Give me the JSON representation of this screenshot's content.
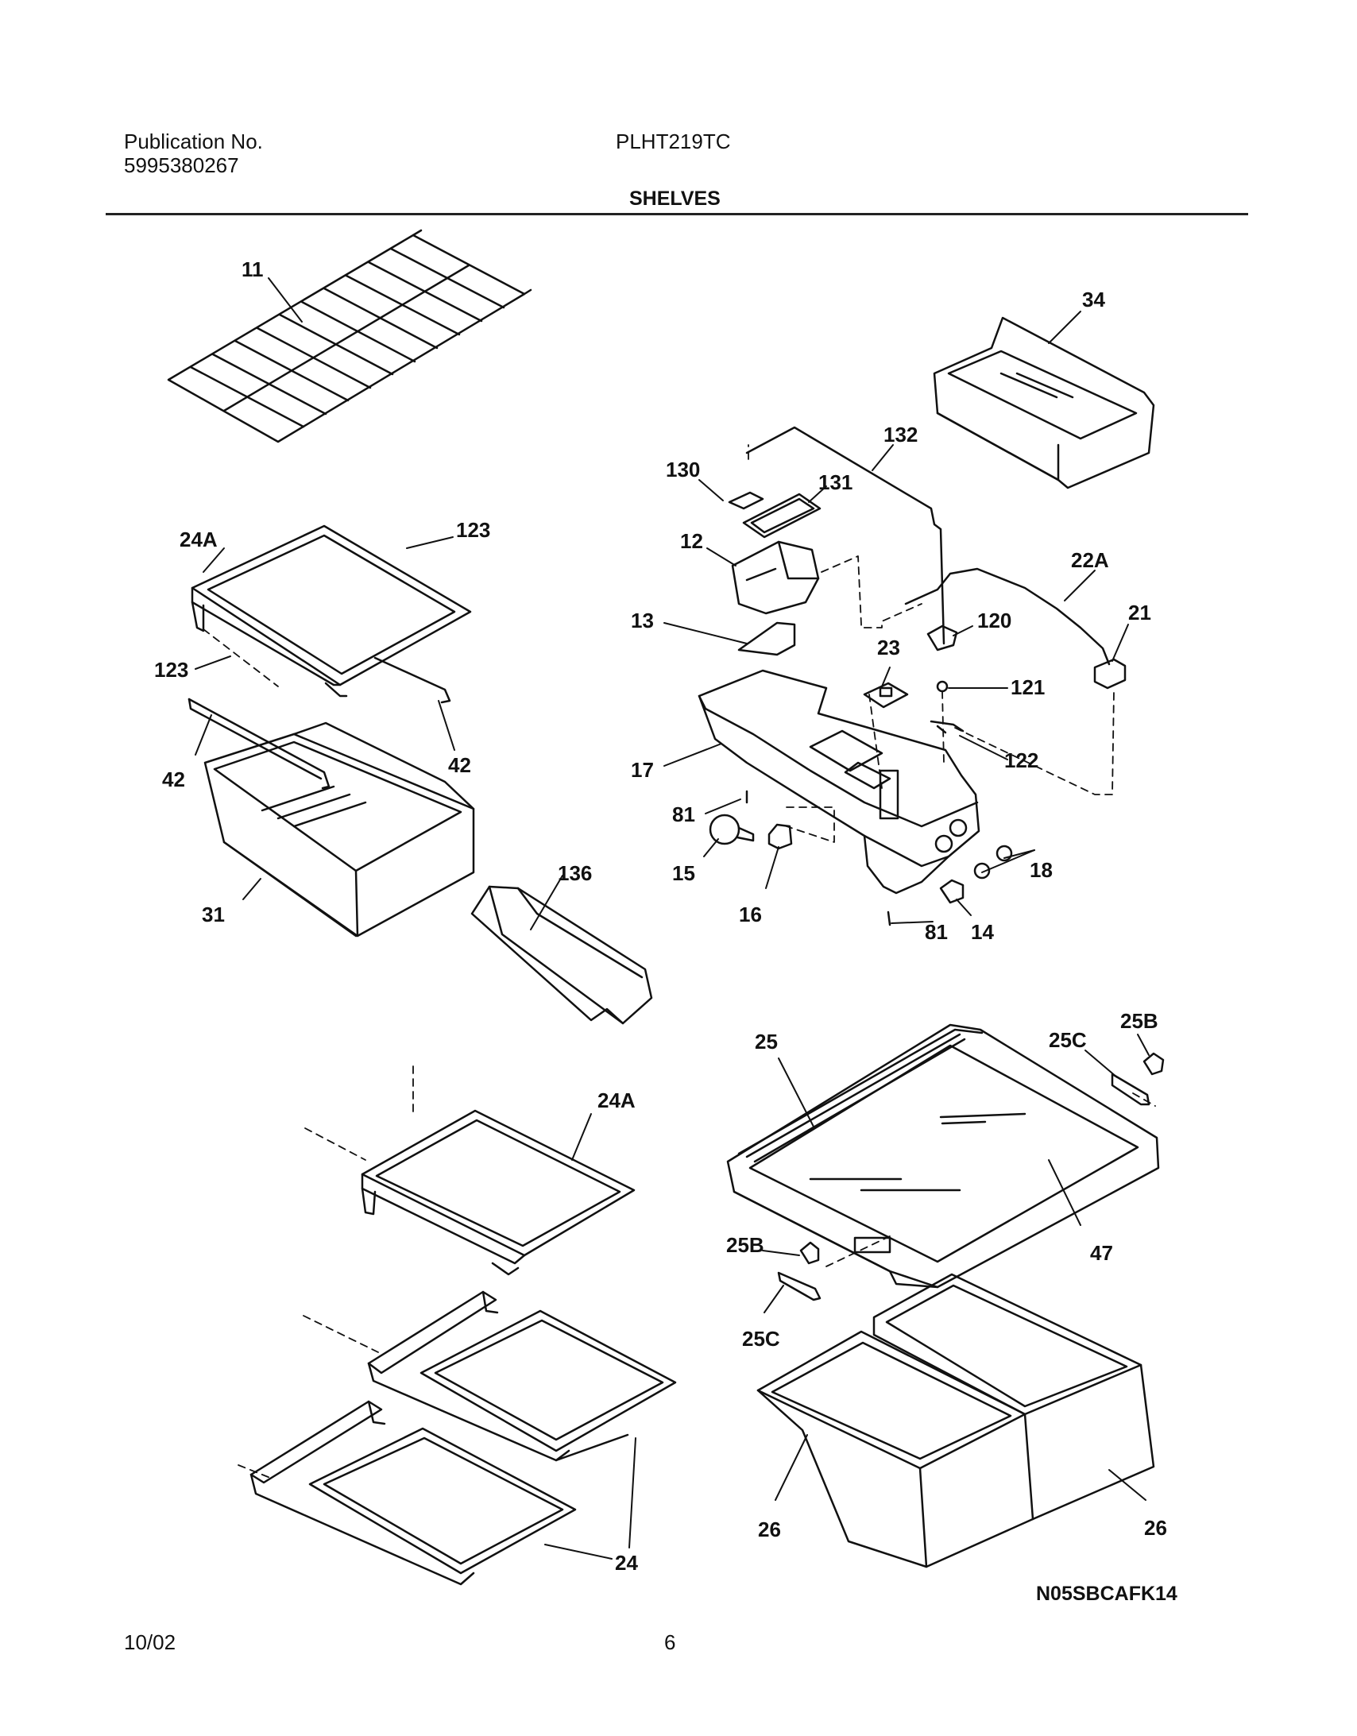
{
  "header": {
    "publication_label": "Publication No.",
    "publication_number": "5995380267",
    "model": "PLHT219TC",
    "section_title": "SHELVES"
  },
  "parts": {
    "p11": "11",
    "p34": "34",
    "p132": "132",
    "p130": "130",
    "p131": "131",
    "p24a_top": "24A",
    "p123_top": "123",
    "p12": "12",
    "p22a": "22A",
    "p21": "21",
    "p13": "13",
    "p120": "120",
    "p23": "23",
    "p123_left": "123",
    "p121": "121",
    "p42_right": "42",
    "p42_left": "42",
    "p17": "17",
    "p122": "122",
    "p81_top": "81",
    "p15": "15",
    "p16": "16",
    "p18": "18",
    "p31": "31",
    "p136": "136",
    "p81_bottom": "81",
    "p14": "14",
    "p25b_top": "25B",
    "p25": "25",
    "p25c_top": "25C",
    "p24a_bottom": "24A",
    "p47": "47",
    "p25b_bottom": "25B",
    "p25c_bottom": "25C",
    "p24": "24",
    "p26_left": "26",
    "p26_right": "26"
  },
  "footer": {
    "drawing_code": "N05SBCAFK14",
    "date": "10/02",
    "page_number": "6"
  }
}
